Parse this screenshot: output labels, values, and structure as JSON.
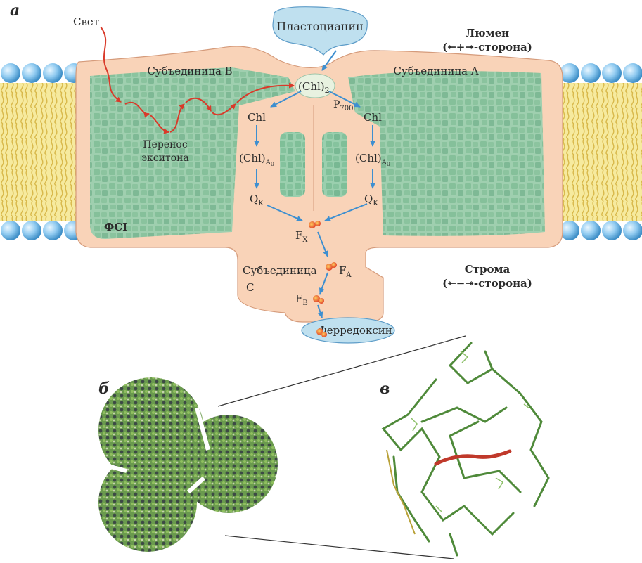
{
  "panels": {
    "a": "а",
    "b": "б",
    "v": "в"
  },
  "labels": {
    "light": "Свет",
    "plastocyanin": "Пластоцианин",
    "lumen": "Люмен",
    "lumen_side": "(↞+↠-сторона)",
    "subunit_b": "Субъединица B",
    "subunit_a": "Субъединица A",
    "chl2": "(Chl)",
    "chl2_sub": "2",
    "p700": "P",
    "p700_sub": "700",
    "chl": "Chl",
    "chl_a0": "(Chl)",
    "chl_a0_sub": "A",
    "chl_a0_subsub": "0",
    "qk": "Q",
    "qk_sub": "K",
    "exciton_1": "Перенос",
    "exciton_2": "экситона",
    "psi": "ФСI",
    "fx": "F",
    "fx_sub": "X",
    "fa": "F",
    "fa_sub": "A",
    "fb": "F",
    "fb_sub": "B",
    "subunit_c_1": "Субъединица",
    "subunit_c_2": "C",
    "stroma": "Строма",
    "stroma_side": "(↞−↠-сторона)",
    "ferredoxin": "Ферредоксин"
  },
  "colors": {
    "complex_fill": "#f9d3b8",
    "complex_stroke": "#c98a6a",
    "protein_green": "#8cc5a3",
    "membrane_head": "#7fc0e8",
    "membrane_tail": "#f2e08a",
    "carrier_fill": "#bfe0ef",
    "arrow_blue": "#3e8fd0",
    "arrow_red": "#d93a2a",
    "fes_cluster": "#e2452a"
  }
}
